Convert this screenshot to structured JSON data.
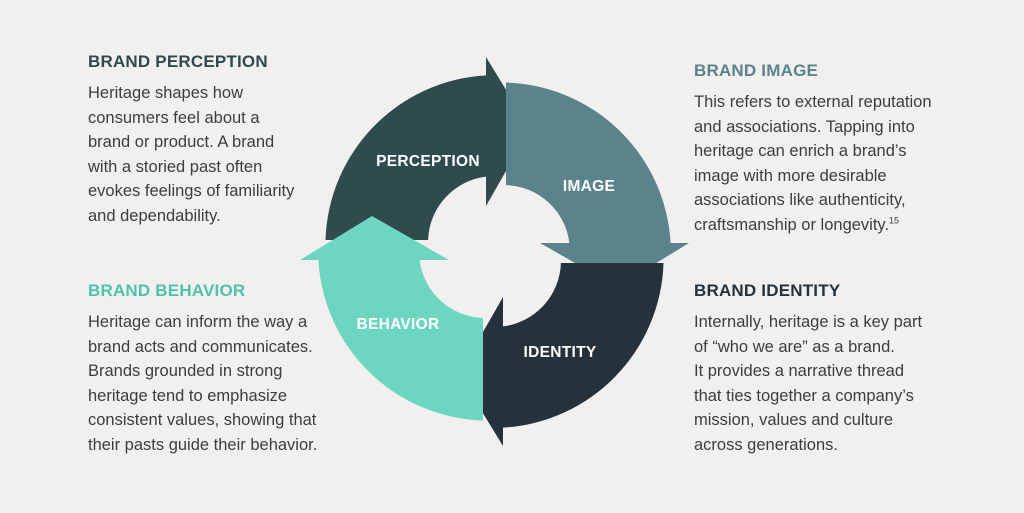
{
  "colors": {
    "perception": "#2f4b4d",
    "image": "#5a838c",
    "identity": "#26323b",
    "behavior": "#6dd6c1",
    "heading_perception": "#2e4a4c",
    "heading_image": "#5a838c",
    "heading_identity": "#26323b",
    "heading_behavior": "#4ec2ab"
  },
  "cycle": {
    "perception_label": "PERCEPTION",
    "image_label": "IMAGE",
    "identity_label": "IDENTITY",
    "behavior_label": "BEHAVIOR"
  },
  "blocks": {
    "perception": {
      "heading": "BRAND PERCEPTION",
      "lines": [
        "Heritage shapes how",
        "consumers feel about a",
        "brand or product. A brand",
        "with a storied past often",
        "evokes feelings of familiarity",
        "and dependability."
      ]
    },
    "image": {
      "heading": "BRAND IMAGE",
      "lines": [
        "This refers to external reputation",
        "and associations. Tapping into",
        "heritage can enrich a brand’s",
        "image with more desirable",
        "associations like authenticity,",
        "craftsmanship or longevity."
      ],
      "footnote": "15"
    },
    "behavior": {
      "heading": "BRAND BEHAVIOR",
      "lines": [
        "Heritage can inform the way a",
        "brand acts and communicates.",
        "Brands grounded in strong",
        "heritage tend to emphasize",
        "consistent values, showing that",
        "their pasts guide their behavior."
      ]
    },
    "identity": {
      "heading": "BRAND IDENTITY",
      "lines": [
        "Internally, heritage is a key part",
        "of “who we are” as a brand.",
        "It provides a narrative thread",
        "that ties together a company’s",
        "mission, values and culture",
        "across generations."
      ]
    }
  }
}
